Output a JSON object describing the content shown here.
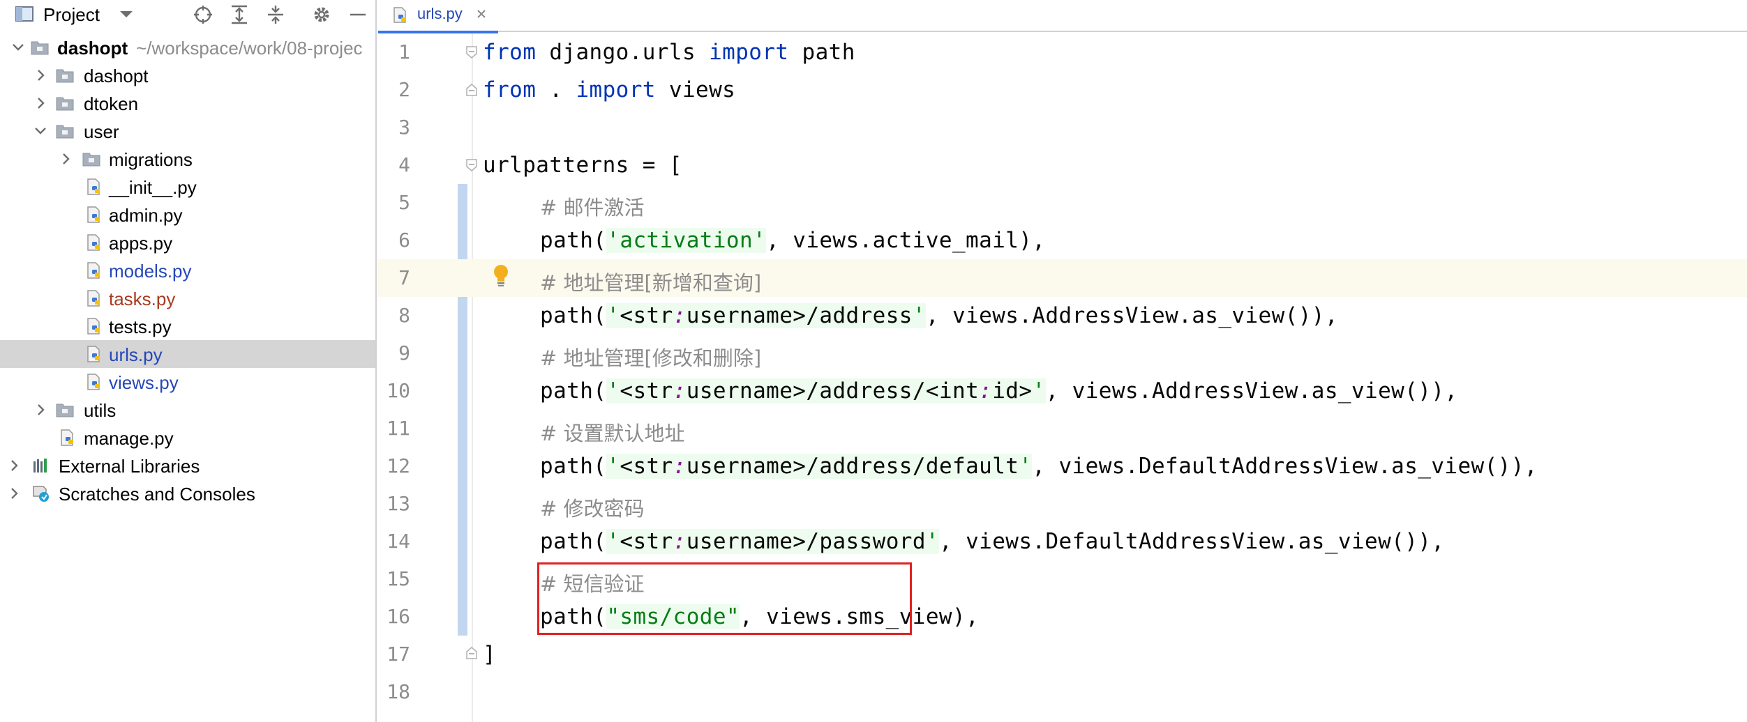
{
  "sidebar": {
    "title": "Project",
    "toolbar_icons": [
      "locate-icon",
      "expand-all-icon",
      "collapse-all-icon",
      "gear-icon",
      "minimize-icon"
    ],
    "tree": [
      {
        "label": "dashopt",
        "suffix": "~/workspace/work/08-projec",
        "type": "folder",
        "expanded": true
      },
      {
        "label": "dashopt",
        "type": "folder"
      },
      {
        "label": "dtoken",
        "type": "folder"
      },
      {
        "label": "user",
        "type": "folder",
        "expanded": true
      },
      {
        "label": "migrations",
        "type": "folder"
      },
      {
        "label": "__init__.py",
        "type": "python"
      },
      {
        "label": "admin.py",
        "type": "python"
      },
      {
        "label": "apps.py",
        "type": "python"
      },
      {
        "label": "models.py",
        "type": "python",
        "color": "#2547b8"
      },
      {
        "label": "tasks.py",
        "type": "python",
        "color": "#a73b20"
      },
      {
        "label": "tests.py",
        "type": "python"
      },
      {
        "label": "urls.py",
        "type": "python",
        "color": "#2547b8",
        "selected": true
      },
      {
        "label": "views.py",
        "type": "python",
        "color": "#2547b8"
      },
      {
        "label": "utils",
        "type": "folder"
      },
      {
        "label": "manage.py",
        "type": "python"
      },
      {
        "label": "External Libraries",
        "type": "libraries"
      },
      {
        "label": "Scratches and Consoles",
        "type": "scratches"
      }
    ]
  },
  "editor": {
    "tab": {
      "label": "urls.py",
      "active": true
    },
    "lines": [
      {
        "num": "1",
        "kw1": "from",
        "t1": " django.urls ",
        "kw2": "import",
        "t2": " path"
      },
      {
        "num": "2",
        "kw1": "from",
        "t1": " . ",
        "kw2": "import",
        "t2": " views"
      },
      {
        "num": "3"
      },
      {
        "num": "4",
        "t1": "urlpatterns = ["
      },
      {
        "num": "5",
        "comment": "# 邮件激活"
      },
      {
        "num": "6",
        "pre": "path(",
        "s1": "'activation'",
        "post": ", views.active_mail),"
      },
      {
        "num": "7",
        "comment": "# 地址管理[新增和查询]",
        "current": true
      },
      {
        "num": "8",
        "pre": "path(",
        "s_open": "'",
        "tpl_a": "<str",
        "tpl_colon": ":",
        "tpl_b": "username>/address",
        "s_close": "'",
        "post": ", views.AddressView.as_view()),"
      },
      {
        "num": "9",
        "comment": "# 地址管理[修改和删除]"
      },
      {
        "num": "10",
        "pre": "path(",
        "s_open": "'",
        "tpl_a": "<str",
        "tpl_colon": ":",
        "tpl_b": "username>/address/<int",
        "tpl_colon2": ":",
        "tpl_c": "id>",
        "s_close": "'",
        "post": ", views.AddressView.as_view()),"
      },
      {
        "num": "11",
        "comment": "# 设置默认地址"
      },
      {
        "num": "12",
        "pre": "path(",
        "s_open": "'",
        "tpl_a": "<str",
        "tpl_colon": ":",
        "tpl_b": "username>/address/default",
        "s_close": "'",
        "post": ", views.DefaultAddressView.as_view()),"
      },
      {
        "num": "13",
        "comment": "# 修改密码"
      },
      {
        "num": "14",
        "pre": "path(",
        "s_open": "'",
        "tpl_a": "<str",
        "tpl_colon": ":",
        "tpl_b": "username>/password",
        "s_close": "'",
        "post": ", views.DefaultAddressView.as_view()),"
      },
      {
        "num": "15",
        "comment": "# 短信验证"
      },
      {
        "num": "16",
        "pre": "path(",
        "s1": "\"sms/code\"",
        "post": ", views.sms_view),"
      },
      {
        "num": "17",
        "t1": "]"
      },
      {
        "num": "18"
      }
    ]
  },
  "colors": {
    "keyword": "#0033b3",
    "string": "#067d17",
    "comment": "#8c8c8c",
    "highlight_box": "#e02020",
    "selected_row": "#d5d5d5"
  }
}
